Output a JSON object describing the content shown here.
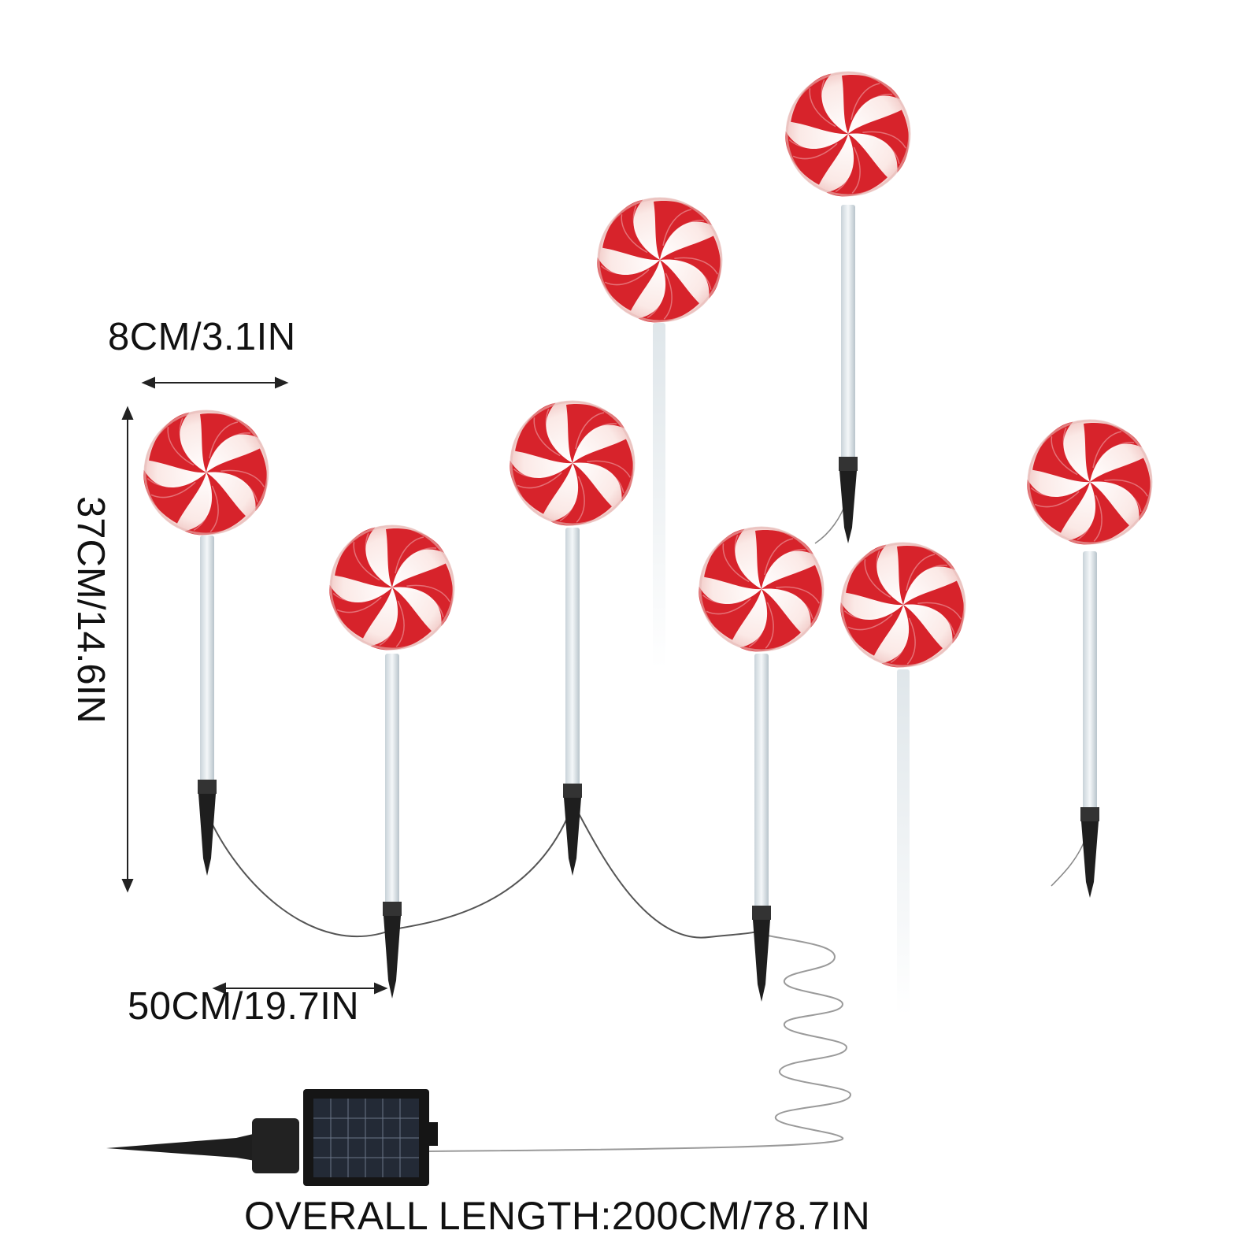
{
  "dimensions": {
    "width_label": "8CM/3.1IN",
    "height_label": "37CM/14.6IN",
    "spacing_label": "50CM/19.7IN",
    "overall_label": "OVERALL LENGTH:200CM/78.7IN"
  },
  "product": {
    "item_count": 8,
    "item_icon": "peppermint-lollipop-icon",
    "power_icon": "solar-panel-icon"
  },
  "colors": {
    "candy_red": "#d7232b",
    "candy_white": "#fdf3f1",
    "stake_dark": "#1e1e1e",
    "wire": "#555555",
    "text": "#111111"
  }
}
